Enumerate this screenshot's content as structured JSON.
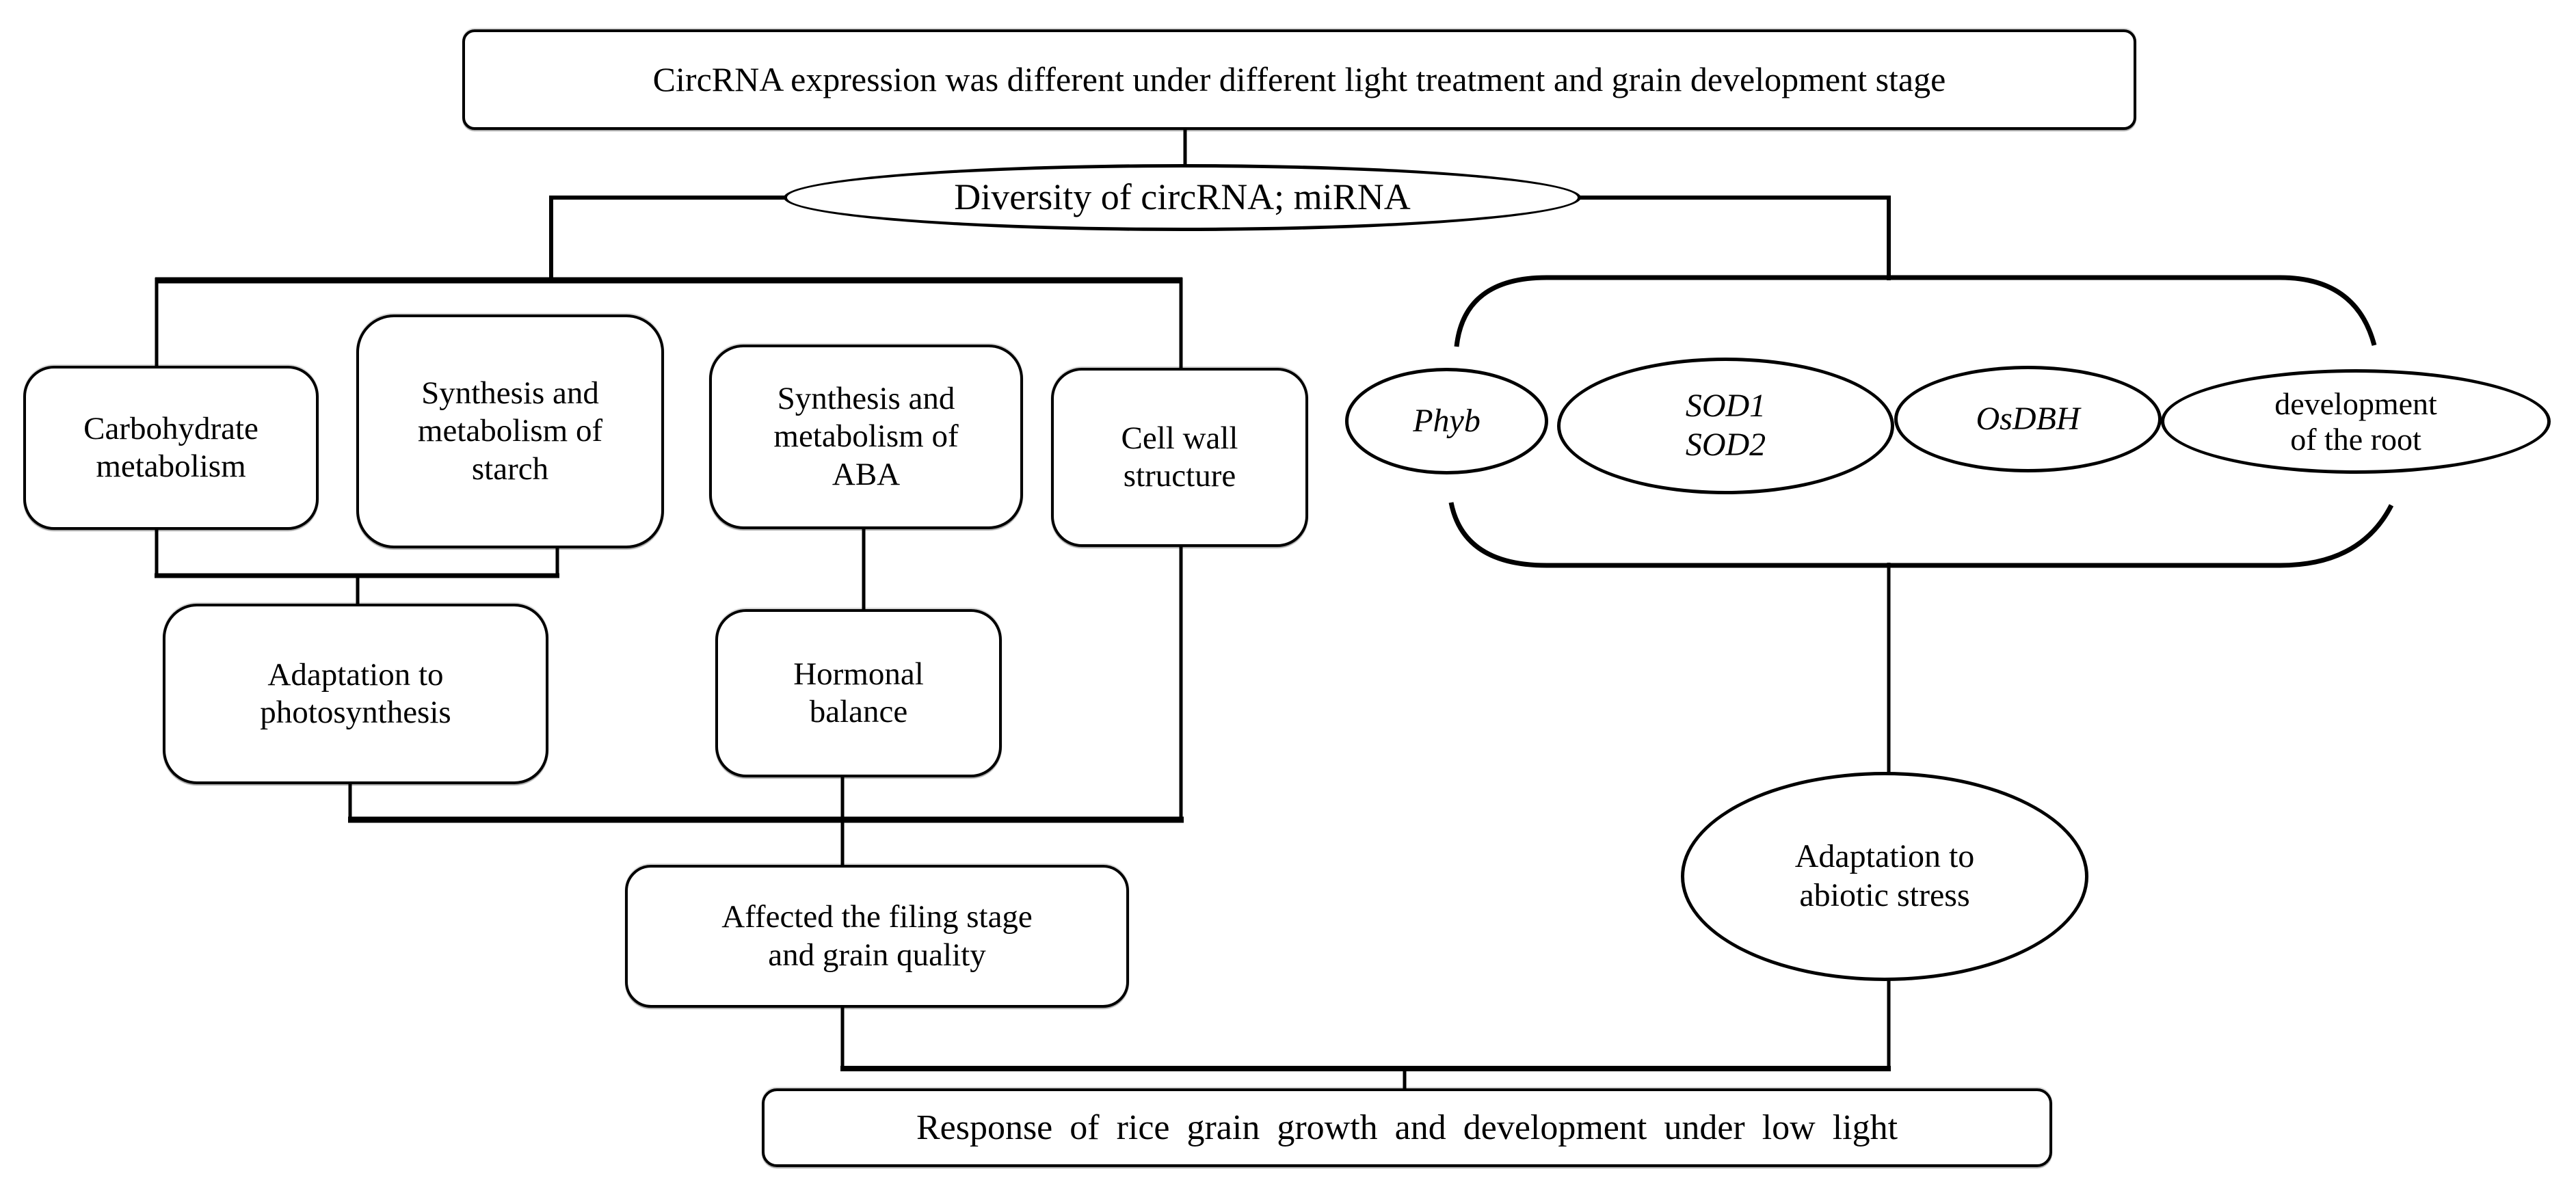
{
  "nodes": {
    "top_box": "CircRNA expression was different under different light treatment and grain development stage",
    "diversity_ellipse": "Diversity of circRNA; miRNA",
    "carbohydrate_box": "Carbohydrate\nmetabolism",
    "starch_box": "Synthesis and\nmetabolism of\nstarch",
    "aba_box": "Synthesis and\nmetabolism of\nABA",
    "cell_wall_box": "Cell wall\nstructure",
    "photosynthesis_box": "Adaptation to\nphotosynthesis",
    "hormonal_box": "Hormonal\nbalance",
    "affected_box": "Affected the filing stage\nand grain quality",
    "phyb_ellipse": "Phyb",
    "sod_ellipse": "SOD1\nSOD2",
    "osdbh_ellipse": "OsDBH",
    "root_ellipse": "development\nof the root",
    "abiotic_ellipse": "Adaptation to\nabiotic stress",
    "response_box": "Response of rice grain growth and development under low light"
  },
  "colors": {
    "stroke": "#000000",
    "fill": "#ffffff",
    "text": "#000000"
  }
}
